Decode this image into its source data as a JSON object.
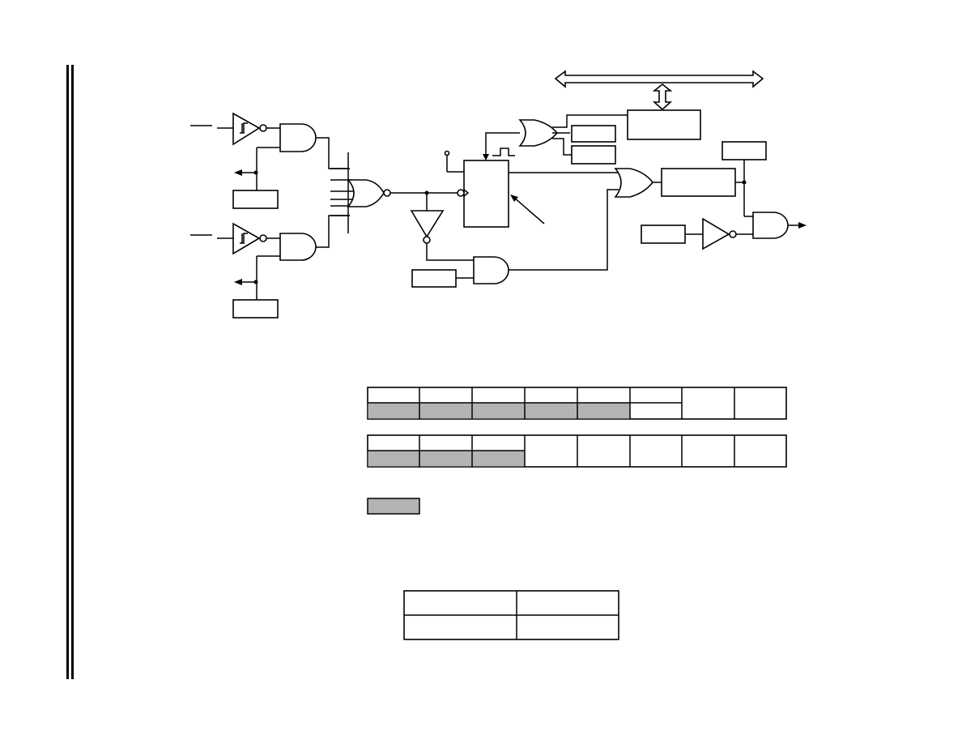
{
  "diagram": {
    "gates": {
      "input_buffers": [
        "schmitt-buffer-upper",
        "schmitt-buffer-lower"
      ],
      "and_gates": 4,
      "or_gates": 2,
      "nor_gates": 1,
      "inverters": 2
    },
    "colors": {
      "line": "#000000",
      "shaded_cell": "#b3b3b3",
      "background": "#ffffff"
    },
    "register_top": {
      "columns": 8,
      "shaded_cells_lower_row": 5
    },
    "register_bottom": {
      "columns": 8,
      "shaded_cells_lower_row": 3
    },
    "legend": {
      "shaded_swatch": true
    },
    "summary_table": {
      "rows": 2,
      "columns": 2
    }
  }
}
